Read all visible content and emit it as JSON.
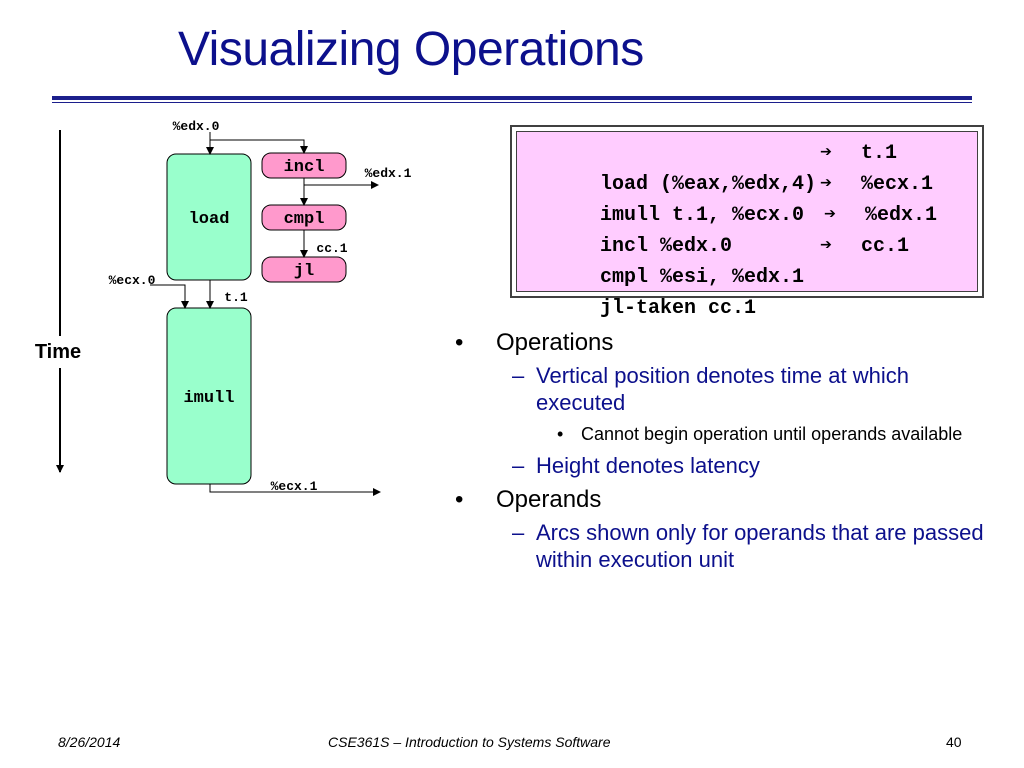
{
  "slide": {
    "title": "Visualizing Operations",
    "colors": {
      "title": "#0c108c",
      "unit_fill": "#99ffcc",
      "op_fill": "#ff99cc",
      "code_bg": "#ffccff",
      "sub_bullet": "#0c108c"
    }
  },
  "diagram": {
    "time_label": "Time",
    "units": [
      {
        "id": "load",
        "label": "load"
      },
      {
        "id": "imull",
        "label": "imull"
      }
    ],
    "ops": [
      {
        "id": "incl",
        "label": "incl"
      },
      {
        "id": "cmpl",
        "label": "cmpl"
      },
      {
        "id": "jl",
        "label": "jl"
      }
    ],
    "operand_labels": {
      "edx0": "%edx.0",
      "edx1": "%edx.1",
      "cc1": "cc.1",
      "ecx0": "%ecx.0",
      "t1": "t.1",
      "ecx1": "%ecx.1"
    }
  },
  "code": {
    "lines": [
      {
        "src": "load (%eax,%edx,4)",
        "arrow": "➔",
        "dst": "t.1"
      },
      {
        "src": "imull t.1, %ecx.0",
        "arrow": "➔",
        "dst": "%ecx.1"
      },
      {
        "src": "incl %edx.0",
        "arrow": "➔",
        "dst": "%edx.1"
      },
      {
        "src": "cmpl %esi, %edx.1",
        "arrow": "➔",
        "dst": "cc.1"
      },
      {
        "src": "jl-taken cc.1",
        "arrow": "",
        "dst": ""
      }
    ]
  },
  "bullets": {
    "operations": "Operations",
    "vertical": "Vertical position denotes time at which executed",
    "cannot_begin": "Cannot begin operation until operands available",
    "height": "Height denotes latency",
    "operands": "Operands",
    "arcs": "Arcs shown only for operands that are passed within execution unit",
    "marker_l1": "•",
    "marker_l2": "–",
    "marker_l3": "•"
  },
  "footer": {
    "date": "8/26/2014",
    "course": "CSE361S – Introduction to Systems Software",
    "page": "40"
  }
}
